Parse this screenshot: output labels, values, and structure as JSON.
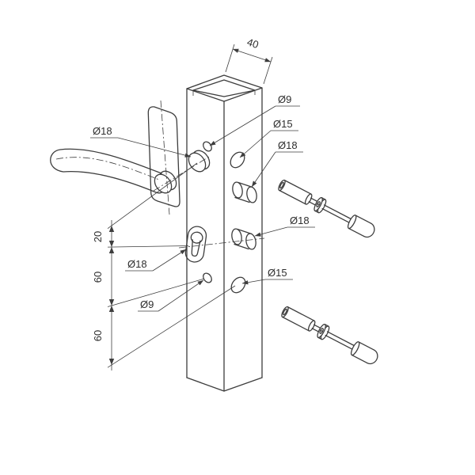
{
  "drawing": {
    "type": "isometric technical line drawing",
    "subject": "Gate lock fitting set on a 40 mm square post with lever handle, euro profile cylinder and two fixing pins",
    "stroke_color": "#3d3d3d",
    "background_color": "#ffffff"
  },
  "labels": {
    "post_width": "40",
    "hole_top_front": "Ø9",
    "hole_top_side": "Ø15",
    "spindle_stub": "Ø18",
    "handle_boss": "Ø18",
    "cylinder_stub": "Ø18",
    "cylinder_boss": "Ø18",
    "hole_bottom_front": "Ø9",
    "hole_bottom_side": "Ø15",
    "dim_handle_to_cylinder": "20",
    "dim_cylinder_to_hole": "60",
    "dim_hole_to_hole": "60"
  }
}
